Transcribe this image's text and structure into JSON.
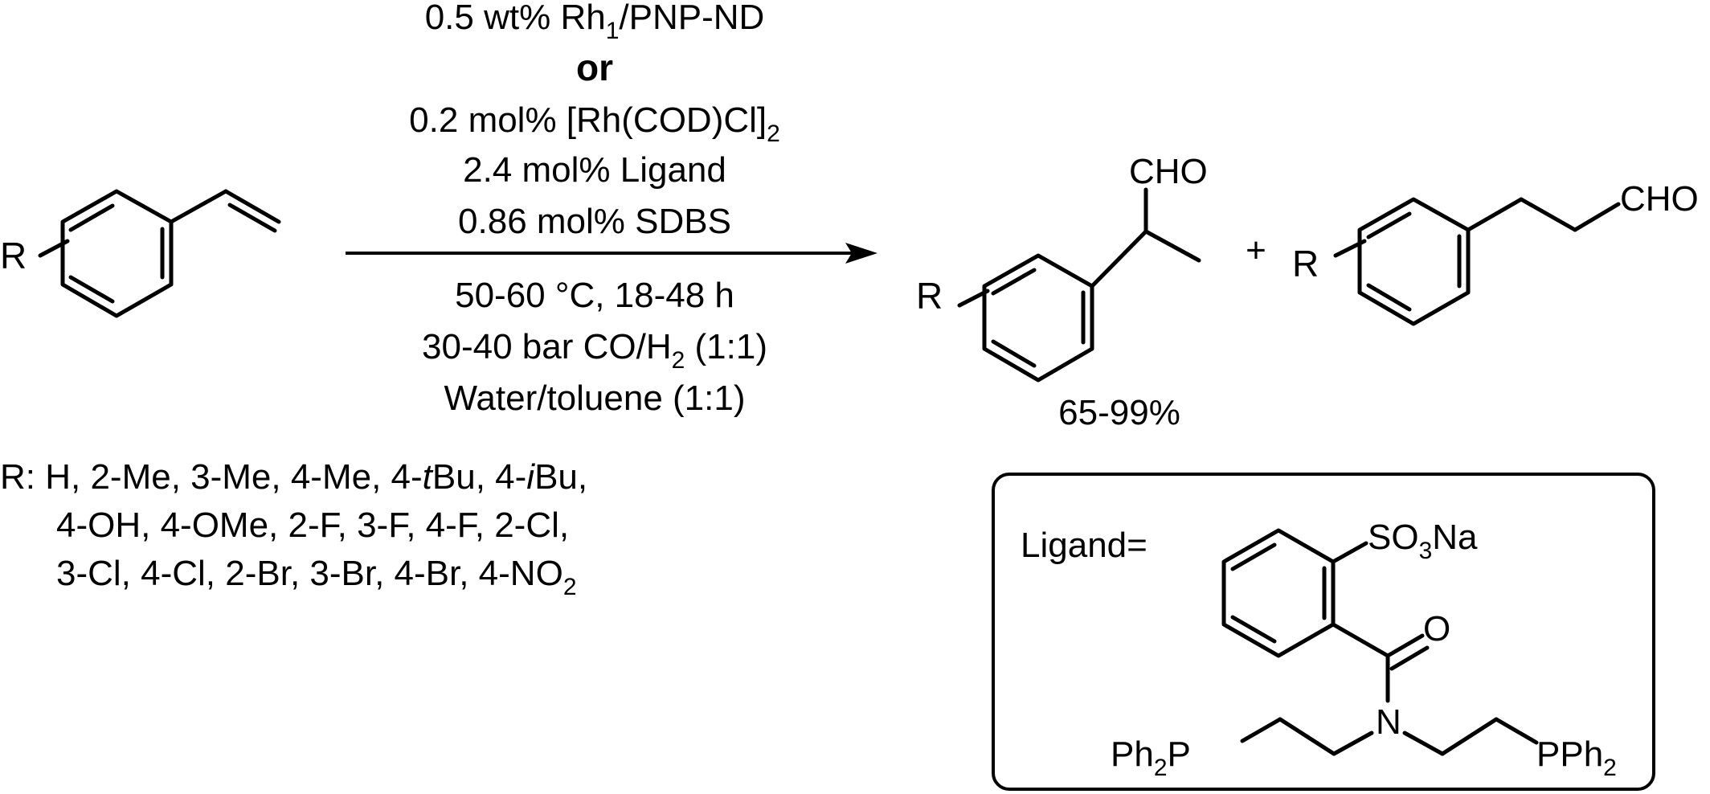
{
  "conditions": {
    "line1": {
      "pre": "0.5 wt% Rh",
      "sub": "1",
      "post": "/PNP-ND"
    },
    "line2": "or",
    "line3": {
      "pre": "0.2 mol% [Rh(COD)Cl]",
      "sub": "2"
    },
    "line4": "2.4 mol% Ligand",
    "line5": "0.86 mol% SDBS",
    "line6": "50-60 °C, 18-48 h",
    "line7": {
      "pre": "30-40 bar CO/H",
      "sub": "2",
      "post": " (1:1)"
    },
    "line8": "Water/toluene (1:1)"
  },
  "substrate": {
    "r_label": "R"
  },
  "substituents": {
    "line1": {
      "pre": "R: H, 2-Me, 3-Me, 4-Me, 4-",
      "it1": "t",
      "mid": "Bu, 4-",
      "it2": "i",
      "post": "Bu,"
    },
    "line2": "4-OH, 4-OMe, 2-F, 3-F, 4-F, 2-Cl,",
    "line3": {
      "pre": "3-Cl, 4-Cl, 2-Br, 3-Br, 4-Br, 4-NO",
      "sub": "2"
    }
  },
  "product_branched": {
    "r_label": "R",
    "cho_label": "CHO",
    "yield": "65-99%"
  },
  "plus": "+",
  "product_linear": {
    "r_label": "R",
    "cho_label": "CHO"
  },
  "ligand_box": {
    "label": "Ligand=",
    "so3na": {
      "pre": "SO",
      "sub": "3",
      "post": "Na"
    },
    "o_label": "O",
    "n_label": "N",
    "left_p": {
      "pre": "Ph",
      "sub": "2",
      "post": "P"
    },
    "right_p": {
      "pre": "PPh",
      "sub": "2"
    }
  }
}
